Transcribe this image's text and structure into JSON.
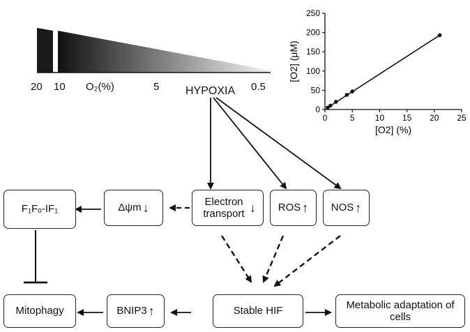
{
  "gradient_bar": {
    "tick_labels": [
      "20",
      "10",
      "5",
      "0.5"
    ],
    "axis_label": "O₂(%)"
  },
  "hypoxia_label": "HYPOXIA",
  "nodes": {
    "f1fo_if1": "F₁Fₒ-IF₁",
    "delta_psi": "Δψm",
    "electron_transport": "Electron transport",
    "ros": "ROS",
    "nos": "NOS",
    "mitophagy": "Mitophagy",
    "bnip3": "BNIP3",
    "stable_hif": "Stable HIF",
    "metabolic_adaptation": "Metabolic adaptation of cells"
  },
  "chart_data": {
    "type": "scatter",
    "x": [
      0.5,
      1,
      2,
      4,
      5,
      21
    ],
    "y": [
      5,
      10,
      20,
      38,
      47,
      193
    ],
    "xlabel": "[O2] (%)",
    "ylabel": "[O2] (μM)",
    "xlim": [
      0,
      25
    ],
    "ylim": [
      0,
      250
    ],
    "x_ticks": [
      "0",
      "5",
      "10",
      "15",
      "20",
      "25"
    ],
    "y_ticks": [
      "0",
      "50",
      "100",
      "150",
      "200",
      "250"
    ],
    "fit_line": true,
    "grid": false
  }
}
